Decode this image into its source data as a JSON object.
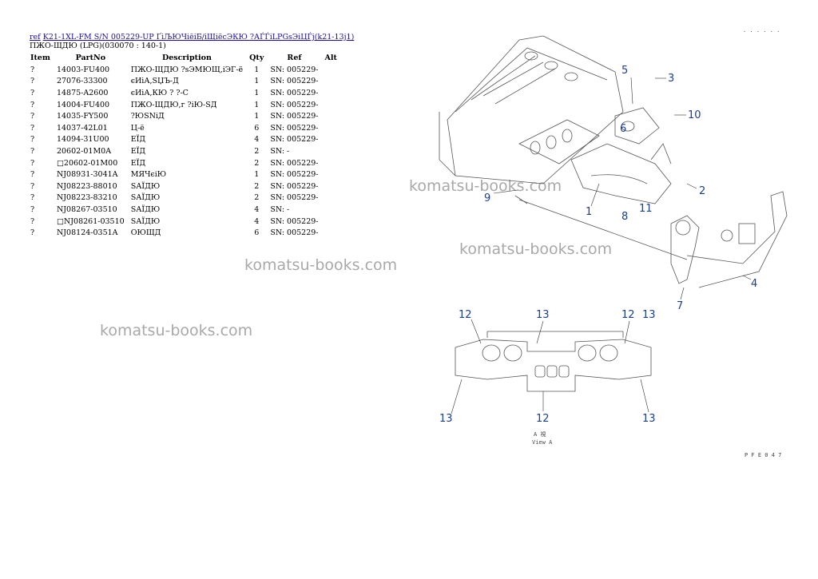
{
  "header": {
    "ref_link": "ref",
    "path_link": "K21-1XL-FM S/N 005229-UP ҐіЉЮЧіёіБ/іЩіёсЭКЮ ?АЃЃіLPGsЭіЦЃj(k21-13j1)"
  },
  "subtitle": "ПЖО-ЩДЮ (LPG)(030070 : 140-1)",
  "table": {
    "headers": [
      "Item",
      "PartNo",
      "Description",
      "Qty",
      "Ref",
      "Alt"
    ],
    "rows": [
      {
        "item": "?",
        "partno": "14003-FU400",
        "desc": "ПЖО-ЩДЮ ?sЭМЮЩ,іЭГ-ё",
        "qty": "1",
        "ref": "SN: 005229-"
      },
      {
        "item": "?",
        "partno": "27076-33300",
        "desc": "єИіА,SЏЪ-Д",
        "qty": "1",
        "ref": "SN: 005229-"
      },
      {
        "item": "?",
        "partno": "14875-A2600",
        "desc": "єИіА,КЮ ? ?-С",
        "qty": "1",
        "ref": "SN: 005229-"
      },
      {
        "item": "?",
        "partno": "14004-FU400",
        "desc": "ПЖО-ЩДЮ,г ?іЮ-SД",
        "qty": "1",
        "ref": "SN: 005229-"
      },
      {
        "item": "?",
        "partno": "14035-FY500",
        "desc": "?ЮSNіД",
        "qty": "1",
        "ref": "SN: 005229-"
      },
      {
        "item": "?",
        "partno": "14037-42L01",
        "desc": "Ц-ё",
        "qty": "6",
        "ref": "SN: 005229-"
      },
      {
        "item": "?",
        "partno": "14094-31U00",
        "desc": "ЕЇД",
        "qty": "4",
        "ref": "SN: 005229-"
      },
      {
        "item": "?",
        "partno": "20602-01M0A",
        "desc": "ЕЇД",
        "qty": "2",
        "ref": "SN: -"
      },
      {
        "item": "?",
        "partno": "□20602-01M00",
        "desc": "ЕЇД",
        "qty": "2",
        "ref": "SN: 005229-"
      },
      {
        "item": "?",
        "partno": "NJ08931-3041A",
        "desc": "МЯЧєіЮ",
        "qty": "1",
        "ref": "SN: 005229-"
      },
      {
        "item": "?",
        "partno": "NJ08223-88010",
        "desc": "SАЇДЮ",
        "qty": "2",
        "ref": "SN: 005229-"
      },
      {
        "item": "?",
        "partno": "NJ08223-83210",
        "desc": "SАЇДЮ",
        "qty": "2",
        "ref": "SN: 005229-"
      },
      {
        "item": "?",
        "partno": "NJ08267-03510",
        "desc": "SАЇДЮ",
        "qty": "4",
        "ref": "SN: -"
      },
      {
        "item": "?",
        "partno": "□NJ08261-03510",
        "desc": "SАЇДЮ",
        "qty": "4",
        "ref": "SN: 005229-"
      },
      {
        "item": "?",
        "partno": "NJ08124-0351A",
        "desc": "ОЮЩД",
        "qty": "6",
        "ref": "SN: 005229-"
      }
    ]
  },
  "watermarks": [
    "komatsu-books.com",
    "komatsu-books.com",
    "komatsu-books.com",
    "komatsu-books.com"
  ],
  "diagram": {
    "callouts": [
      "5",
      "3",
      "10",
      "6",
      "2",
      "9",
      "1",
      "8",
      "11",
      "4",
      "7",
      "12",
      "13",
      "12",
      "13",
      "13",
      "12",
      "13"
    ],
    "view_label_jp": "A 視",
    "view_label": "View A",
    "figure_code": "P F E 0 4 7",
    "corner_mark": ". . . . . ."
  }
}
